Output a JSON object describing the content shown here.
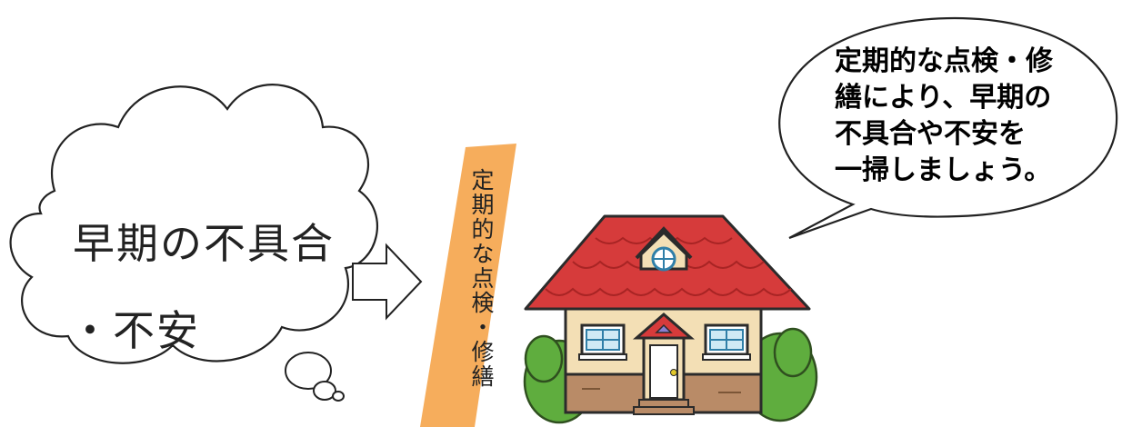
{
  "thought_cloud": {
    "line1": "早期の不具合",
    "line2": "・不安"
  },
  "band": {
    "text": "定期的な点検・修繕",
    "color": "#f6ad5c"
  },
  "speech_bubble": {
    "lines": [
      "定期的な点検・修",
      "繕により、早期の",
      "不具合や不安を",
      "一掃しましょう。"
    ]
  },
  "colors": {
    "roof": "#d63b3b",
    "wall": "#f3dfb5",
    "foundation": "#b98b67",
    "bush": "#5fad3e",
    "window_frame": "#2f7fa8"
  },
  "icons": {
    "arrow": "right-hollow-arrow-icon",
    "house": "house-icon"
  }
}
